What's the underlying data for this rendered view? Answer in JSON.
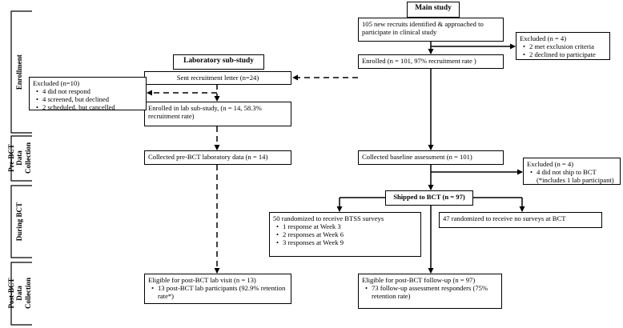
{
  "phases": [
    {
      "label": "Enrollment"
    },
    {
      "label": "Pre-BCT Data Collection"
    },
    {
      "label": "During BCT"
    },
    {
      "label": "Post-BCT Data Collection"
    }
  ],
  "headings": {
    "main_study": "Main study",
    "lab_substudy": "Laboratory sub-study"
  },
  "main": {
    "recruits": "105 new recruits identified & approached to participate in clinical study",
    "enrolled": "Enrolled (n = 101, 97% recruitment rate )",
    "baseline": "Collected baseline assessment (n = 101)",
    "shipped": "Shipped to BCT (n = 97)",
    "randomized_surveys": {
      "title": "50 randomized to receive BTSS surveys",
      "items": [
        "1 response at Week 3",
        "2 responses at Week 6",
        "3 responses at Week 9"
      ]
    },
    "randomized_no_surveys": "47 randomized to receive  no surveys at BCT",
    "post_followup": {
      "title": "Eligible for post-BCT follow-up (n = 97)",
      "items": [
        "73 follow-up assessment responders (75% retention rate)"
      ]
    }
  },
  "excluded_main": {
    "title": "Excluded (n = 4)",
    "items": [
      "2 met exclusion criteria",
      "2 declined to participate"
    ]
  },
  "excluded_ship": {
    "title": "Excluded (n = 4)",
    "items": [
      "4 did not ship to BCT (*includes 1 lab participant)"
    ]
  },
  "lab": {
    "sent_letter": "Sent recruitment letter (n=24)",
    "enrolled": "Enrolled in lab sub-study, (n = 14, 58.3% recruitment rate)",
    "pre_bct": "Collected pre-BCT laboratory data (n = 14)",
    "post_visit": {
      "title": "Eligible for post-BCT lab visit (n = 13)",
      "items": [
        "13 post-BCT lab participants (92.9% retention rate*)"
      ]
    }
  },
  "excluded_lab": {
    "title": "Excluded (n=10)",
    "items": [
      "4 did not respond",
      "4 screened, but declined",
      "2 scheduled, but cancelled"
    ]
  }
}
